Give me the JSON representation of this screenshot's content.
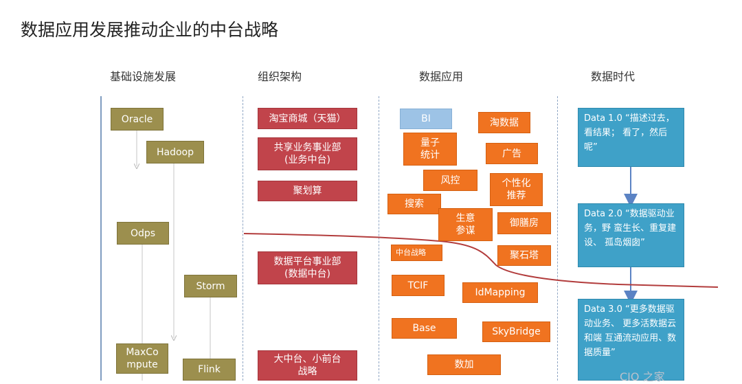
{
  "title": "数据应用发展推动企业的中台战略",
  "columns": {
    "infra": "基础设施发展",
    "org": "组织架构",
    "app": "数据应用",
    "era": "数据时代"
  },
  "infra": {
    "oracle": "Oracle",
    "hadoop": "Hadoop",
    "odps": "Odps",
    "storm": "Storm",
    "maxcompute": "MaxCo\nmpute",
    "flink": "Flink"
  },
  "org": {
    "tmall": "淘宝商城（天猫）",
    "shared": "共享业务事业部\n(业务中台)",
    "juhuasuan": "聚划算",
    "dataplatform": "数据平台事业部\n(数据中台)",
    "bigmiddle": "大中台、小前台\n战略"
  },
  "apps": {
    "bi": "BI",
    "taoshuju": "淘数据",
    "liangzi": "量子\n统计",
    "guanggao": "广告",
    "fengkong": "风控",
    "gexinghua": "个性化\n推荐",
    "sousuo": "搜索",
    "shengyi": "生意\n参谋",
    "yushanfang": "御膳房",
    "zhongtai": "中台战略",
    "jushita": "聚石塔",
    "tcif": "TCIF",
    "idmapping": "IdMapping",
    "base": "Base",
    "skybridge": "SkyBridge",
    "shujia": "数加"
  },
  "eras": {
    "d1": "Data 1.0 “描述过去，看结果； 看了，然后呢”",
    "d2": "Data 2.0 “数据驱动业务，野 蛮生长、重复建设、 孤岛烟囱”",
    "d3": "Data 3.0 “更多数据驱动业务、 更多活数据云和端 互通流动应用、数 据质量”"
  },
  "watermark": "CIO 之家",
  "colors": {
    "olive": "#9c8f4e",
    "red": "#c1444b",
    "orange": "#f07320",
    "light_blue": "#9dc3e6",
    "teal": "#3fa1c8",
    "curve": "#b23c3c",
    "arrow": "#5b83c4"
  }
}
